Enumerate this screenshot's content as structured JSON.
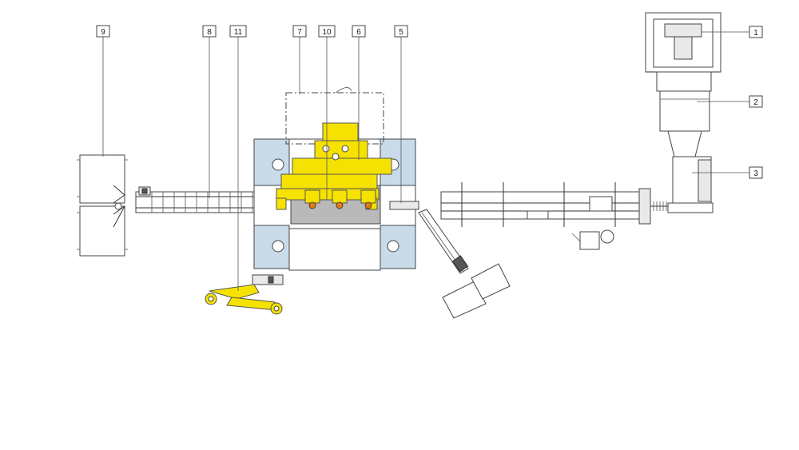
{
  "diagram": {
    "callouts": [
      {
        "id": "c1",
        "label": "1"
      },
      {
        "id": "c2",
        "label": "2"
      },
      {
        "id": "c3",
        "label": "3"
      },
      {
        "id": "c5",
        "label": "5"
      },
      {
        "id": "c6",
        "label": "6"
      },
      {
        "id": "c7",
        "label": "7"
      },
      {
        "id": "c8",
        "label": "8"
      },
      {
        "id": "c9",
        "label": "9"
      },
      {
        "id": "c10",
        "label": "10"
      },
      {
        "id": "c11",
        "label": "11"
      }
    ],
    "colors": {
      "highlight": "#f5e200",
      "press_side_blocks": "#c9dbe8",
      "die_block": "#b9b9b9",
      "nozzles": "#e07a10"
    }
  }
}
